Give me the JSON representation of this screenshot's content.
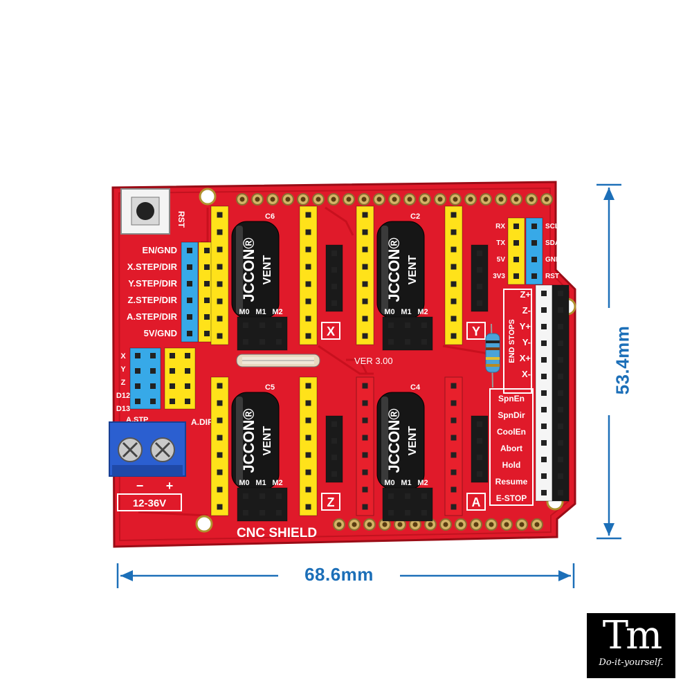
{
  "board": {
    "title": "CNC SHIELD",
    "version": "VER 3.00",
    "rst": "RST",
    "axis_pins": [
      "EN/GND",
      "X.STEP/DIR",
      "Y.STEP/DIR",
      "Z.STEP/DIR",
      "A.STEP/DIR",
      "5V/GND"
    ],
    "left_header": [
      "X",
      "Y",
      "Z",
      "D12",
      "D13"
    ],
    "a_step": "A.STP",
    "a_dir": "A.DIR",
    "power_minus": "−",
    "power_plus": "+",
    "voltage": "12-36V",
    "driver_labels": [
      "X",
      "Y",
      "Z",
      "A"
    ],
    "cap_labels": [
      "C6",
      "C2",
      "C5",
      "C4"
    ],
    "microstep": [
      "M0",
      "M1",
      "M2"
    ],
    "capacitor_brand": "JCCON®",
    "capacitor_sub": "VENT",
    "uart": [
      "RX",
      "TX",
      "5V",
      "3V3"
    ],
    "i2c": [
      "SCL",
      "SDA",
      "GND",
      "RST"
    ],
    "endstops_title": "END STOPS",
    "endstops": [
      "Z+",
      "Z-",
      "Y+",
      "Y-",
      "X+",
      "X-"
    ],
    "functions": [
      "SpnEn",
      "SpnDir",
      "CoolEn",
      "Abort",
      "Hold",
      "Resume",
      "E-STOP"
    ]
  },
  "dimensions": {
    "width": "68.6mm",
    "height": "53.4mm"
  },
  "logo": {
    "mark": "Tm",
    "tagline": "Do-it-yourself."
  },
  "colors": {
    "pcb": "#e01a2a",
    "pcb_dark": "#b8101d",
    "header_yellow": "#ffe21a",
    "header_blue": "#37a9e8",
    "header_red": "#e8202c",
    "terminal_blue": "#2b5fd0",
    "capacitor": "#161616",
    "dimension": "#1c6fb8"
  }
}
